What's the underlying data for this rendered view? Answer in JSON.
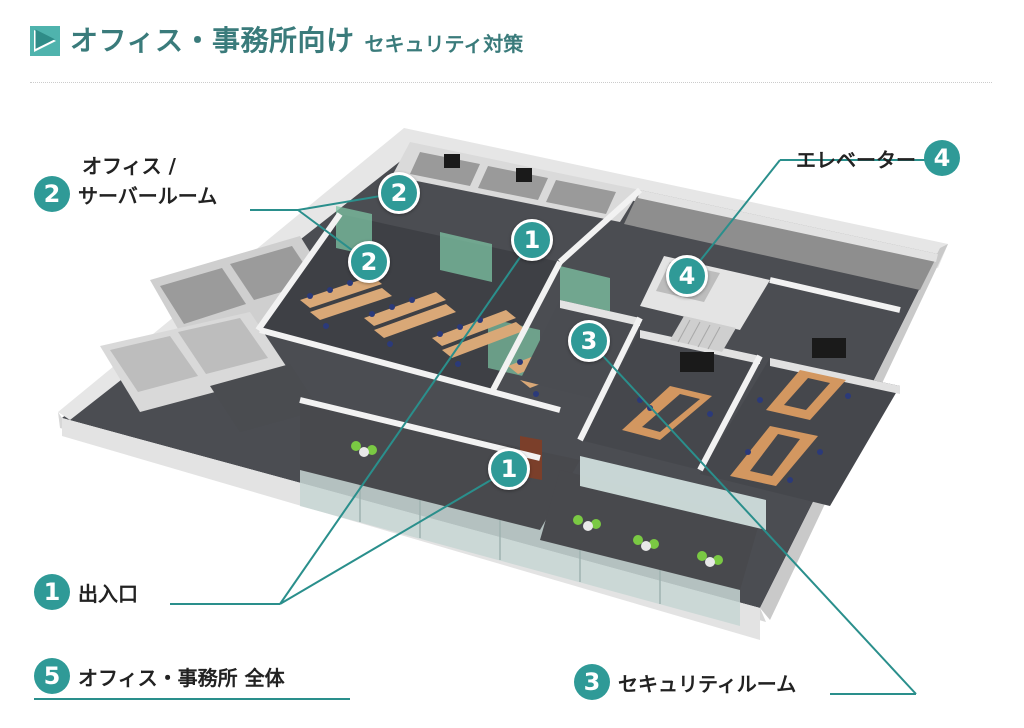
{
  "header": {
    "title": "オフィス・事務所向け",
    "subtitle": "セキュリティ対策"
  },
  "labels": {
    "entrance": {
      "number": "1",
      "text": "出入口"
    },
    "office_server": {
      "number": "2",
      "line1": "オフィス /",
      "line2": "サーバールーム"
    },
    "security_room": {
      "number": "3",
      "text": "セキュリティルーム"
    },
    "elevator": {
      "number": "4",
      "text": "エレベーター"
    },
    "whole_office": {
      "number": "5",
      "text": "オフィス・事務所 全体"
    }
  },
  "pins": [
    {
      "id": "pin-2-top",
      "number": "2"
    },
    {
      "id": "pin-2-mid",
      "number": "2"
    },
    {
      "id": "pin-1-top",
      "number": "1"
    },
    {
      "id": "pin-4",
      "number": "4"
    },
    {
      "id": "pin-3",
      "number": "3"
    },
    {
      "id": "pin-1-bottom",
      "number": "1"
    }
  ],
  "colors": {
    "accent": "#2f9a97",
    "title": "#3a7b7b",
    "leader_line": "#2a8f8c"
  }
}
